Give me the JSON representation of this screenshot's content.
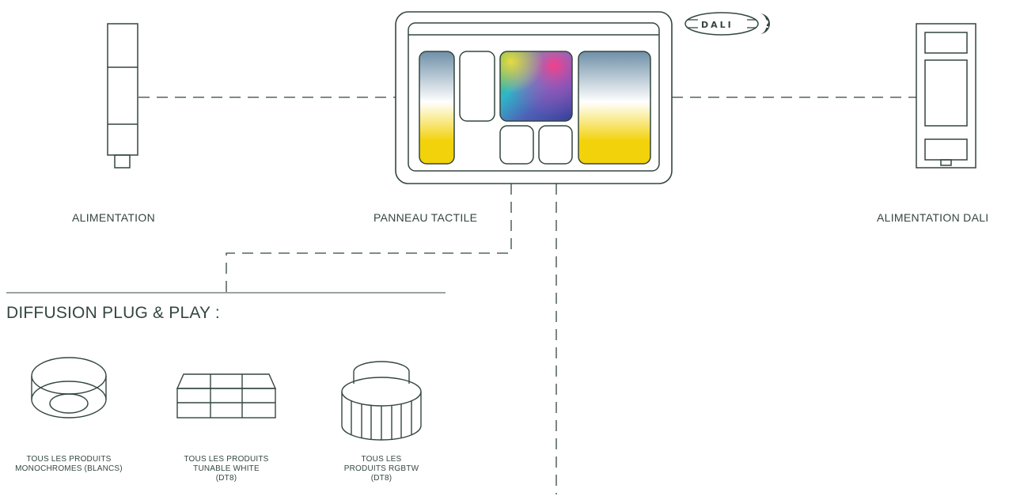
{
  "labels": {
    "power_supply": "ALIMENTATION",
    "touch_panel": "PANNEAU TACTILE",
    "dali_power_supply": "ALIMENTATION DALI"
  },
  "section": {
    "title": "DIFFUSION PLUG & PLAY :"
  },
  "products": [
    {
      "lines": [
        "TOUS LES PRODUITS",
        "MONOCHROMES (BLANCS)"
      ]
    },
    {
      "lines": [
        "TOUS LES PRODUITS",
        "TUNABLE WHITE",
        "(DT8)"
      ]
    },
    {
      "lines": [
        "TOUS LES",
        "PRODUITS RGBTW",
        "(DT8)"
      ]
    }
  ],
  "logo": {
    "text": "DALI",
    "version": "2"
  },
  "colors": {
    "line": "#33463f",
    "tunable_top": "#6f8fa8",
    "tunable_mid": "#ffffff",
    "tunable_bottom": "#f2d20a"
  }
}
